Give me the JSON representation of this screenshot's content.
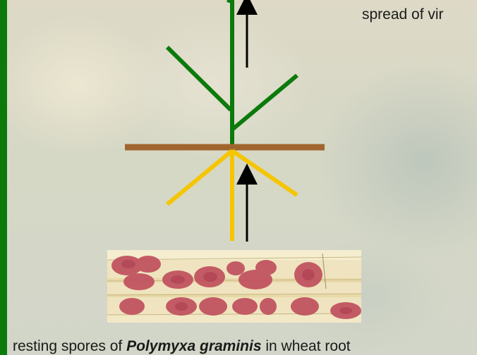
{
  "captions": {
    "spread": "spread of vir",
    "bottom_prefix": "resting spores of ",
    "bottom_species": "Polymyxa graminis",
    "bottom_suffix": " in wheat root"
  },
  "colors": {
    "shoot": "#0b7a0b",
    "soil_line": "#a0652e",
    "roots": "#f5c500",
    "arrow": "#000000",
    "spore": "#c0505e",
    "root_tissue": "#efe4bf"
  },
  "icons": {
    "plant_shoot": "plant-shoot-icon",
    "soil_surface": "soil-line-icon",
    "roots": "plant-roots-icon",
    "arrows": "up-arrow-icon"
  }
}
